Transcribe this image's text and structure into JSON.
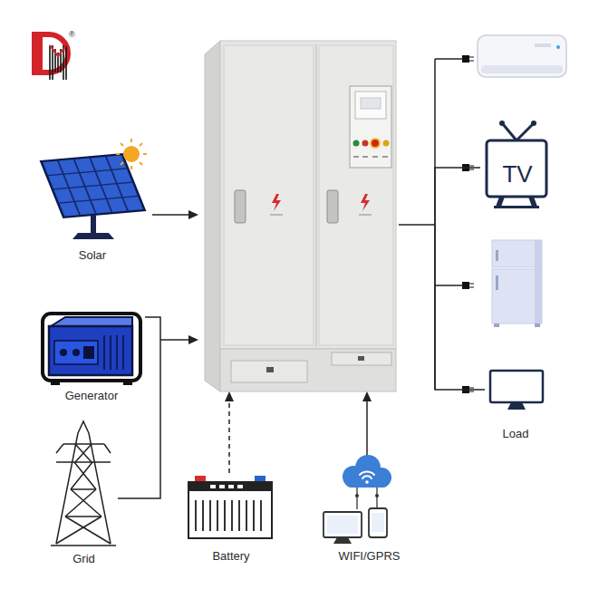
{
  "diagram": {
    "nodes": [
      {
        "text": [
          "Solar"
        ]
      },
      {
        "text": [
          "Generator"
        ]
      },
      {
        "text": [
          "Grid"
        ]
      },
      {
        "text": [
          "Battery"
        ]
      },
      {
        "text": [
          "WIFI/GPRS"
        ]
      },
      {
        "text": [
          "TV"
        ]
      },
      {
        "text": [
          "Load"
        ]
      }
    ],
    "edges": [
      {
        "from": 1,
        "to": 2,
        "arrow": "none"
      },
      {
        "from": 5,
        "to": 6,
        "arrow": "none"
      }
    ],
    "labels": [
      "®"
    ]
  }
}
